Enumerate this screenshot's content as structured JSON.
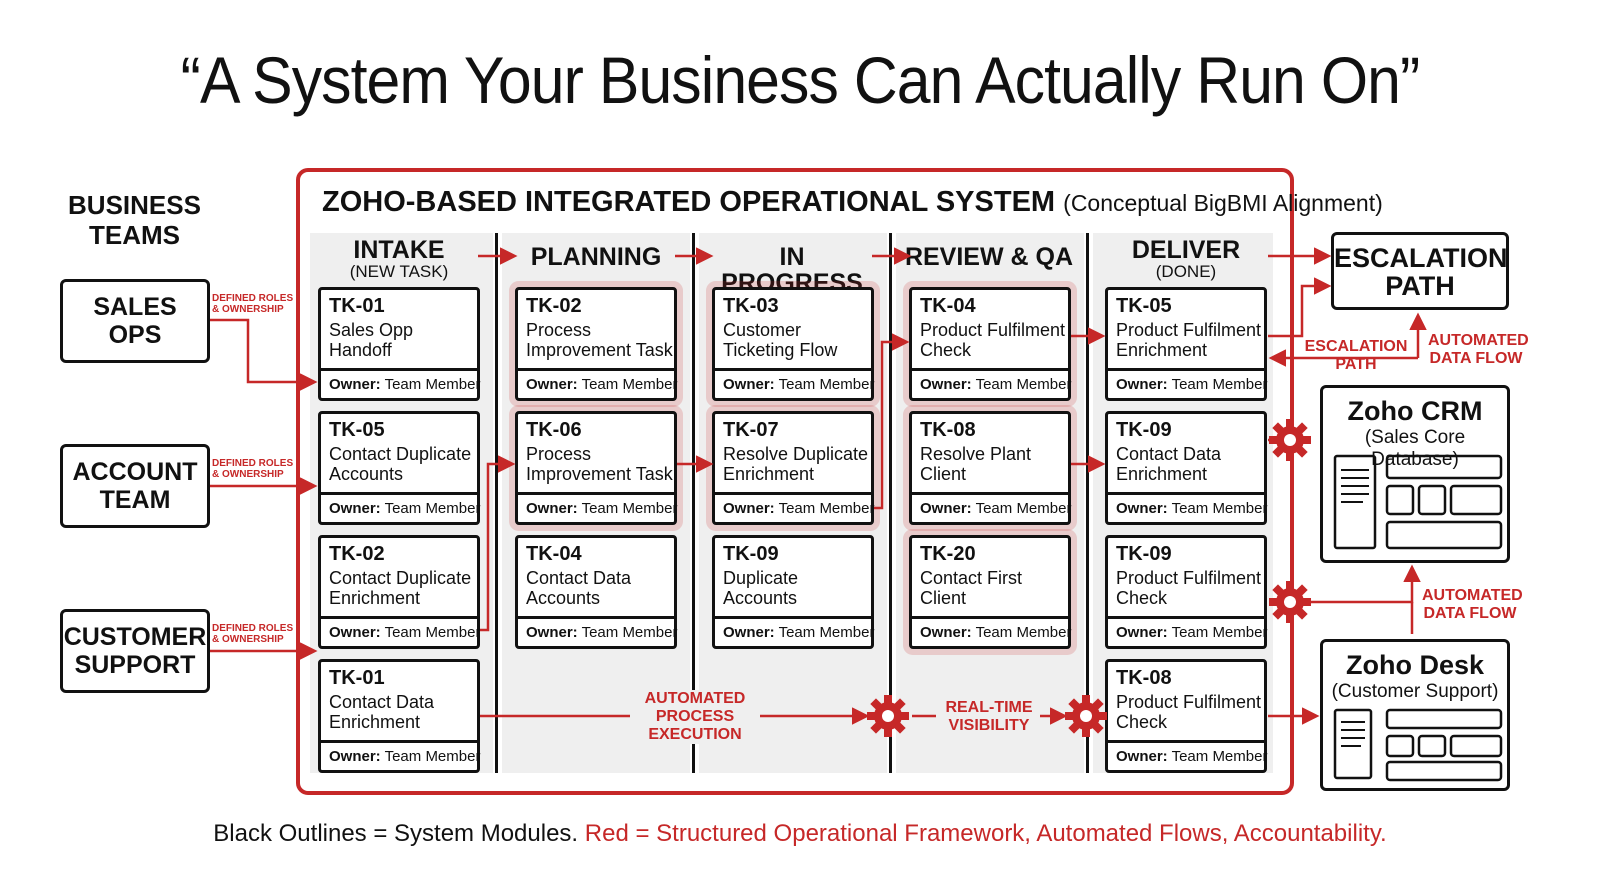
{
  "title": "“A System Your Business Can Actually Run On”",
  "business_teams": {
    "heading": "BUSINESS\nTEAMS",
    "teams": [
      {
        "name": "SALES\nOPS",
        "label": "DEFINED ROLES\n& OWNERSHIP"
      },
      {
        "name": "ACCOUNT\nTEAM",
        "label": "DEFINED ROLES\n& OWNERSHIP"
      },
      {
        "name": "CUSTOMER\nSUPPORT",
        "label": "DEFINED ROLES\n& OWNERSHIP"
      }
    ]
  },
  "system": {
    "title": "ZOHO-BASED INTEGRATED OPERATIONAL SYSTEM",
    "subtitle": "(Conceptual BigBMI Alignment)"
  },
  "columns": [
    {
      "heading": "INTAKE",
      "sub": "(NEW TASK)",
      "cards": [
        {
          "id": "TK-01",
          "title": "Sales Opp Handoff",
          "owner_label": "Owner:",
          "owner": "Team Member"
        },
        {
          "id": "TK-05",
          "title": "Contact Duplicate Accounts",
          "owner_label": "Owner:",
          "owner": "Team Member"
        },
        {
          "id": "TK-02",
          "title": "Contact Duplicate Enrichment",
          "owner_label": "Owner:",
          "owner": "Team Member"
        },
        {
          "id": "TK-01",
          "title": "Contact Data Enrichment",
          "owner_label": "Owner:",
          "owner": "Team Member"
        }
      ]
    },
    {
      "heading": "PLANNING",
      "sub": "",
      "cards": [
        {
          "id": "TK-02",
          "title": "Process Improvement Task",
          "owner_label": "Owner:",
          "owner": "Team Member"
        },
        {
          "id": "TK-06",
          "title": "Process Improvement Task",
          "owner_label": "Owner:",
          "owner": "Team Member"
        },
        {
          "id": "TK-04",
          "title": "Contact Data Accounts",
          "owner_label": "Owner:",
          "owner": "Team Member"
        }
      ]
    },
    {
      "heading": "IN PROGRESS",
      "sub": "",
      "cards": [
        {
          "id": "TK-03",
          "title": "Customer Ticketing Flow",
          "owner_label": "Owner:",
          "owner": "Team Member"
        },
        {
          "id": "TK-07",
          "title": "Resolve Duplicate Enrichment",
          "owner_label": "Owner:",
          "owner": "Team Member"
        },
        {
          "id": "TK-09",
          "title": "Duplicate Accounts",
          "owner_label": "Owner:",
          "owner": "Team Member"
        }
      ]
    },
    {
      "heading": "REVIEW & QA",
      "sub": "",
      "cards": [
        {
          "id": "TK-04",
          "title": "Product Fulfilment Check",
          "owner_label": "Owner:",
          "owner": "Team Member"
        },
        {
          "id": "TK-08",
          "title": "Resolve Plant Client",
          "owner_label": "Owner:",
          "owner": "Team Member"
        },
        {
          "id": "TK-20",
          "title": "Contact First Client",
          "owner_label": "Owner:",
          "owner": "Team Member"
        }
      ]
    },
    {
      "heading": "DELIVER",
      "sub": "(DONE)",
      "cards": [
        {
          "id": "TK-05",
          "title": "Product Fulfilment Enrichment",
          "owner_label": "Owner:",
          "owner": "Team Member"
        },
        {
          "id": "TK-09",
          "title": "Contact Data Enrichment",
          "owner_label": "Owner:",
          "owner": "Team Member"
        },
        {
          "id": "TK-09",
          "title": "Product Fulfilment Check",
          "owner_label": "Owner:",
          "owner": "Team Member"
        },
        {
          "id": "TK-08",
          "title": "Product Fulfilment Check",
          "owner_label": "Owner:",
          "owner": "Team Member"
        }
      ]
    }
  ],
  "flow_labels": {
    "automated_process": "AUTOMATED\nPROCESS\nEXECUTION",
    "realtime": "REAL-TIME\nVISIBILITY",
    "escalation_path_label": "ESCALATION\nPATH",
    "automated_data_flow_1": "AUTOMATED\nDATA FLOW",
    "automated_data_flow_2": "AUTOMATED\nDATA FLOW"
  },
  "right_panel": {
    "escalation": {
      "title": "ESCALATION\nPATH"
    },
    "crm": {
      "title": "Zoho CRM",
      "sub": "(Sales Core Database)"
    },
    "desk": {
      "title": "Zoho Desk",
      "sub": "(Customer Support)"
    }
  },
  "legend": {
    "black": "Black Outlines = System Modules.",
    "red": "Red = Structured Operational Framework, Automated Flows, Accountability."
  },
  "colors": {
    "accent": "#c62828",
    "outline": "#111111",
    "column_bg": "#efefef"
  }
}
